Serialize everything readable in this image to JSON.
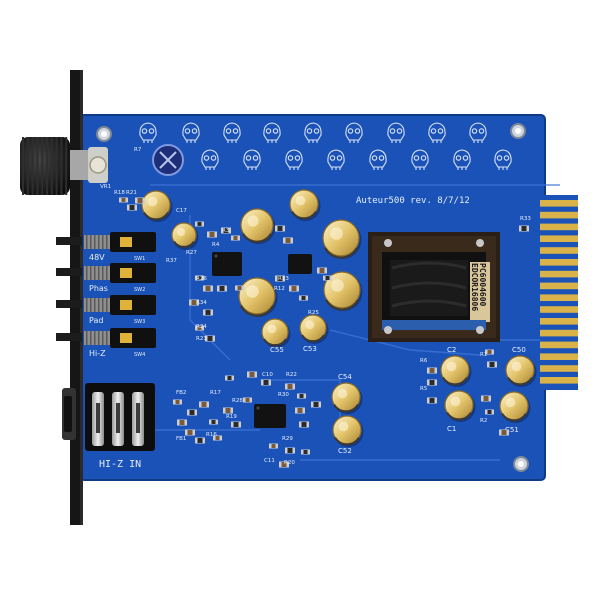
{
  "colors": {
    "pcb_blue": "#1a52b8",
    "pcb_dark": "#123c8c",
    "panel_black": "#161616",
    "gold": "#d9b24a",
    "cap_gold": "#e3c46a",
    "silk": "#e6eef8"
  },
  "board": {
    "revision": "Auteur500 rev. 8/7/12",
    "hi_z_in": "HI-Z IN",
    "switches": [
      {
        "label": "48V",
        "id": "SW1"
      },
      {
        "label": "Phas",
        "id": "SW2"
      },
      {
        "label": "Pad",
        "id": "SW3"
      },
      {
        "label": "Hi-Z",
        "id": "SW4"
      }
    ],
    "transformer": {
      "line1": "PC6004600",
      "line2": "EDCOR16806"
    },
    "caps_right": [
      "C2",
      "C1",
      "C50",
      "C51"
    ],
    "caps_mid": [
      "C54",
      "C52",
      "C53",
      "C55"
    ],
    "refs_top": [
      "R7",
      "R18",
      "R21",
      "VR1",
      "C17",
      "R27",
      "R3",
      "R37",
      "R33",
      "R4",
      "R34",
      "R26",
      "R24",
      "R23",
      "R12",
      "R13",
      "R25"
    ],
    "refs_bottom": [
      "FB2",
      "FB1",
      "R17",
      "R28",
      "R16",
      "C10",
      "R22",
      "R30",
      "R29",
      "C11",
      "R20",
      "R19",
      "R5",
      "R6",
      "R1",
      "R2"
    ]
  },
  "icons": [
    "front-panel",
    "gain-knob",
    "toggle-switch",
    "combo-jack",
    "edge-connector",
    "transformer",
    "electrolytic-capacitor",
    "skull-logo",
    "mounting-hole"
  ]
}
